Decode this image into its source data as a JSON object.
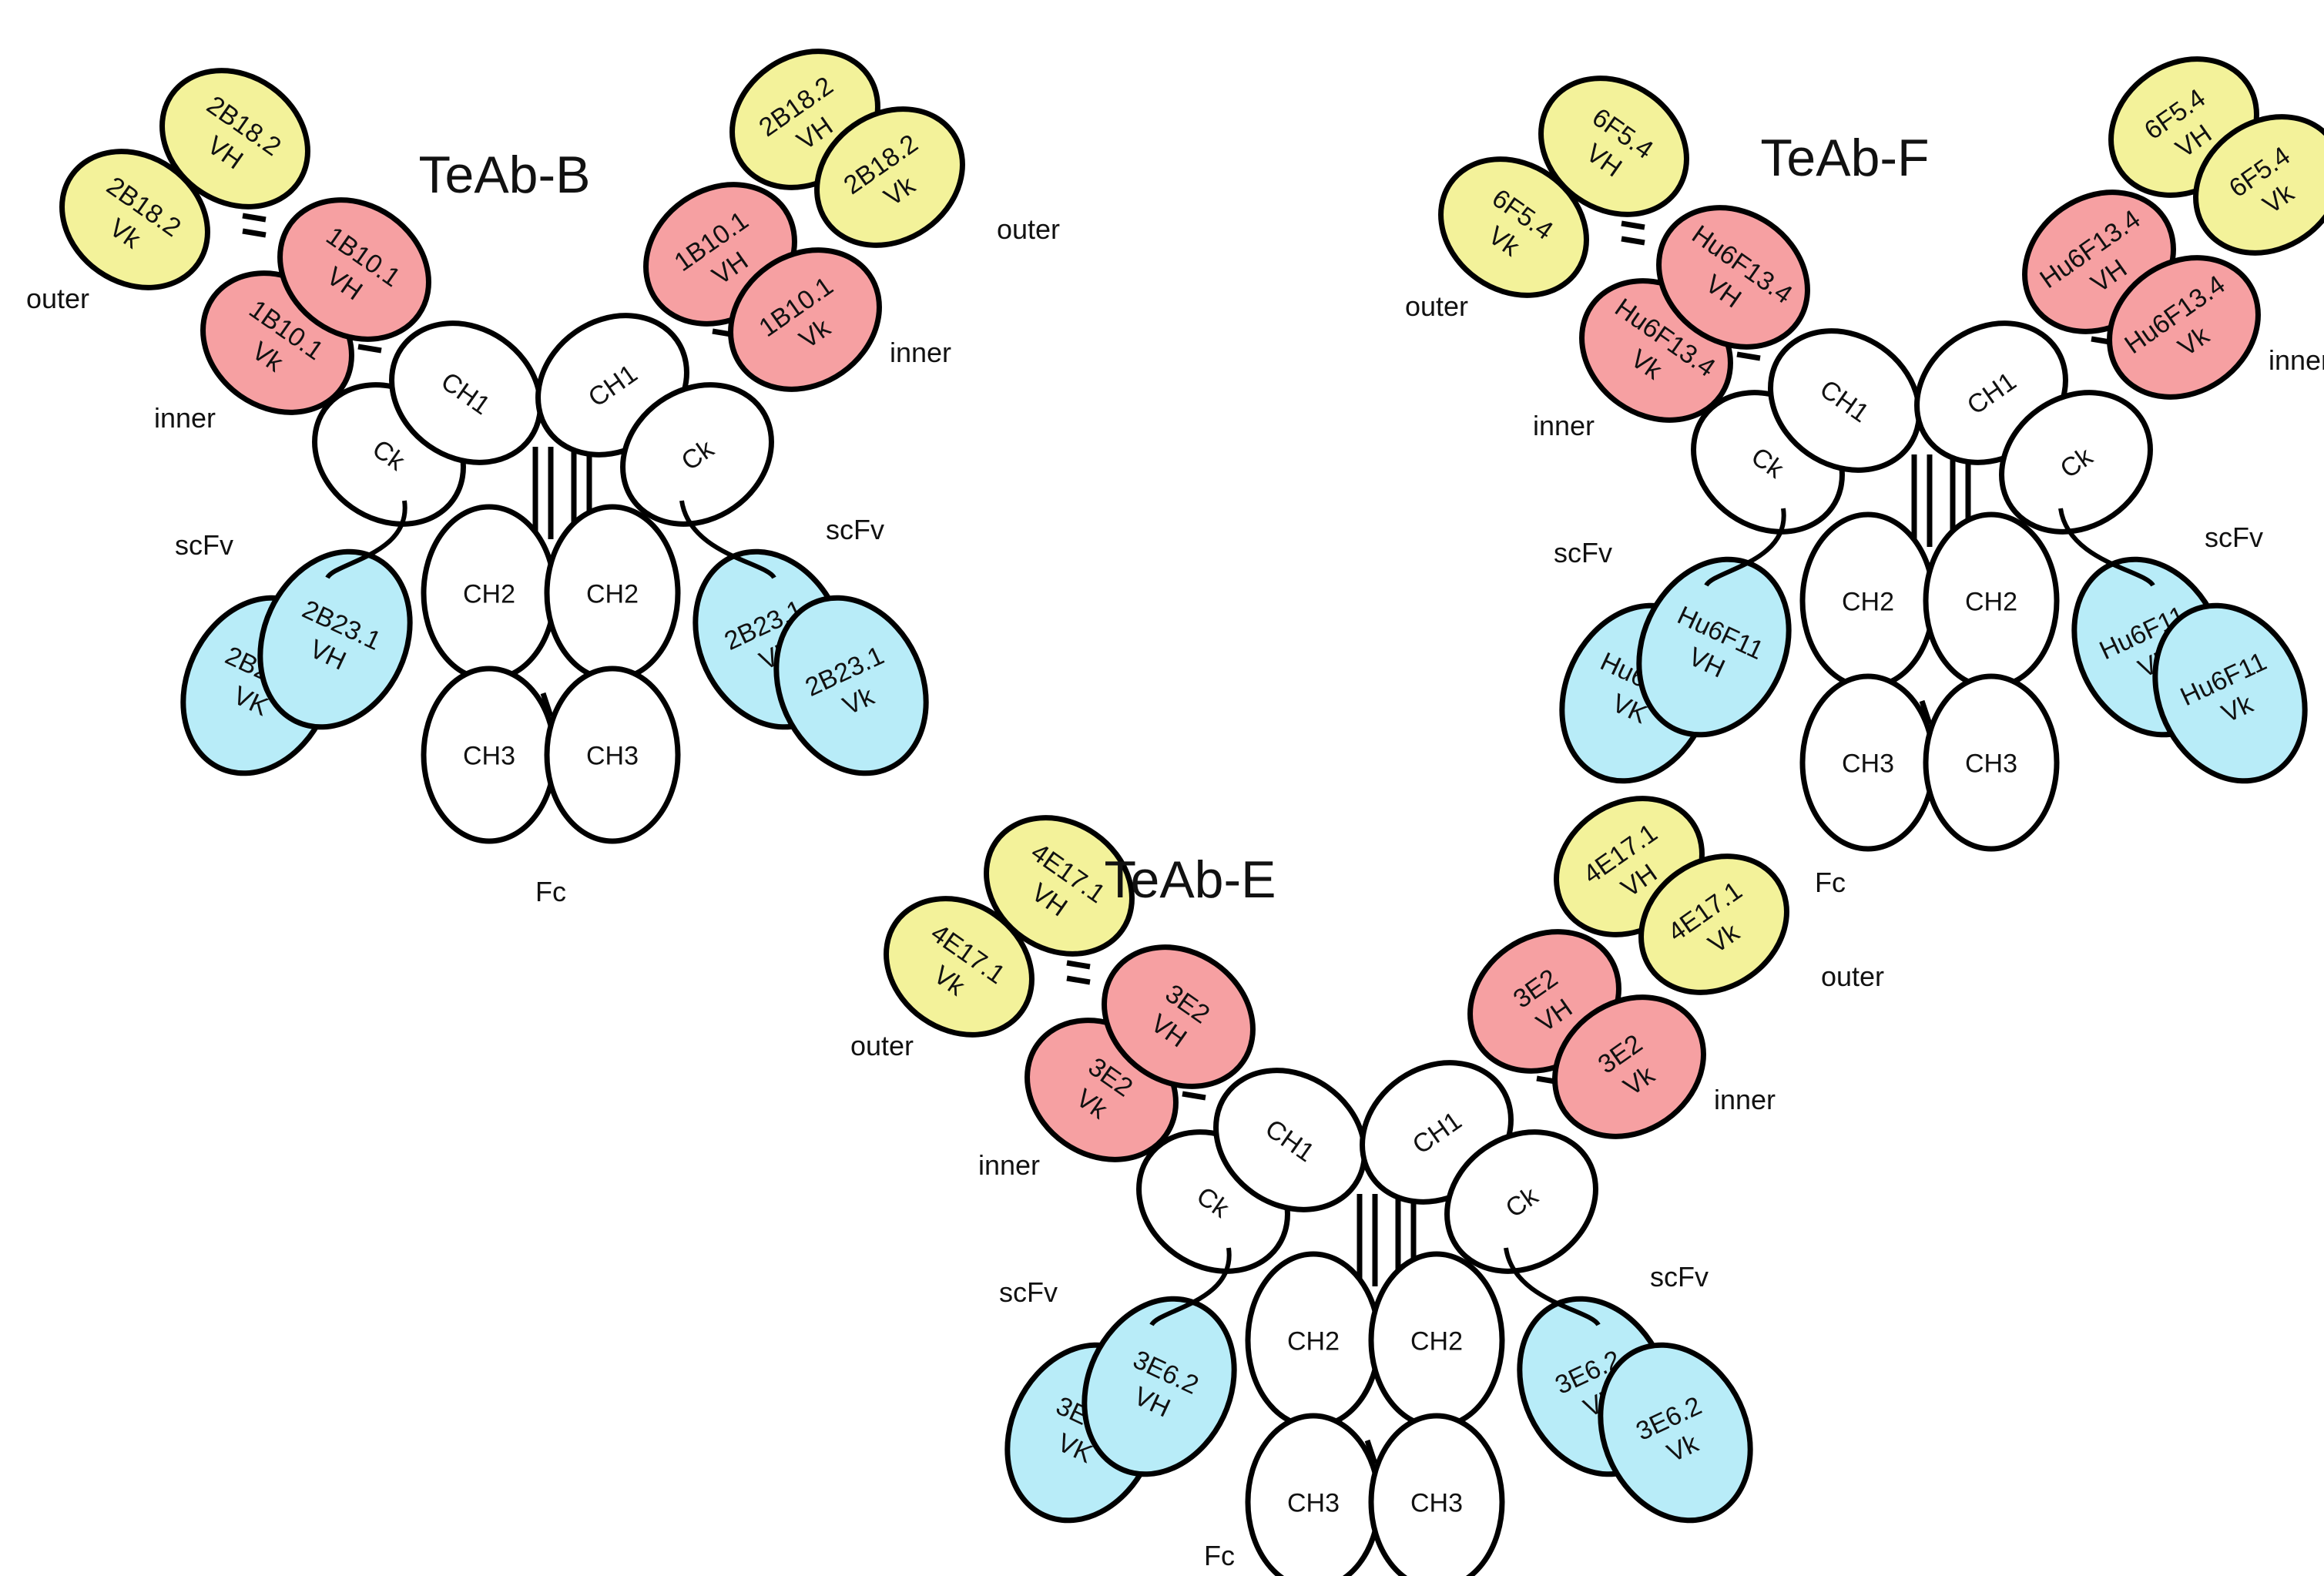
{
  "colors": {
    "outer": "#f3f29a",
    "inner": "#f6a0a2",
    "scfv": "#b8ecf8",
    "constant": "#ffffff",
    "stroke": "#000000"
  },
  "common": {
    "label_outer": "outer",
    "label_inner": "inner",
    "label_scfv": "scFv",
    "label_fc": "Fc",
    "ch1": "CH1",
    "ck": "Ck",
    "ch2": "CH2",
    "ch3": "CH3"
  },
  "antibodies": [
    {
      "title": "TeAb-B",
      "left_outer_vh": [
        "2B18.2",
        "VH"
      ],
      "left_outer_vk": [
        "2B18.2",
        "Vk"
      ],
      "left_inner_vh": [
        "1B10.1",
        "VH"
      ],
      "left_inner_vk": [
        "1B10.1",
        "Vk"
      ],
      "left_scfv_vh": [
        "2B23.1",
        "VH"
      ],
      "left_scfv_vk": [
        "2B23.1",
        "VK"
      ],
      "right_outer_vh": [
        "2B18.2",
        "VH"
      ],
      "right_outer_vk": [
        "2B18.2",
        "Vk"
      ],
      "right_inner_vh": [
        "1B10.1",
        "VH"
      ],
      "right_inner_vk": [
        "1B10.1",
        "Vk"
      ],
      "right_scfv_vh": [
        "2B23.1",
        "VH"
      ],
      "right_scfv_vk": [
        "2B23.1",
        "Vk"
      ]
    },
    {
      "title": "TeAb-F",
      "left_outer_vh": [
        "6F5.4",
        "VH"
      ],
      "left_outer_vk": [
        "6F5.4",
        "Vk"
      ],
      "left_inner_vh": [
        "Hu6F13.4",
        "VH"
      ],
      "left_inner_vk": [
        "Hu6F13.4",
        "Vk"
      ],
      "left_scfv_vh": [
        "Hu6F11",
        "VH"
      ],
      "left_scfv_vk": [
        "Hu6F11",
        "VK"
      ],
      "right_outer_vh": [
        "6F5.4",
        "VH"
      ],
      "right_outer_vk": [
        "6F5.4",
        "Vk"
      ],
      "right_inner_vh": [
        "Hu6F13.4",
        "VH"
      ],
      "right_inner_vk": [
        "Hu6F13.4",
        "Vk"
      ],
      "right_scfv_vh": [
        "Hu6F11",
        "VH"
      ],
      "right_scfv_vk": [
        "Hu6F11",
        "Vk"
      ]
    },
    {
      "title": "TeAb-E",
      "left_outer_vh": [
        "4E17.1",
        "VH"
      ],
      "left_outer_vk": [
        "4E17.1",
        "Vk"
      ],
      "left_inner_vh": [
        "3E2",
        "VH"
      ],
      "left_inner_vk": [
        "3E2",
        "Vk"
      ],
      "left_scfv_vh": [
        "3E6.2",
        "VH"
      ],
      "left_scfv_vk": [
        "3E6.2",
        "VK"
      ],
      "right_outer_vh": [
        "4E17.1",
        "VH"
      ],
      "right_outer_vk": [
        "4E17.1",
        "Vk"
      ],
      "right_inner_vh": [
        "3E2",
        "VH"
      ],
      "right_inner_vk": [
        "3E2",
        "Vk"
      ],
      "right_scfv_vh": [
        "3E6.2",
        "VH"
      ],
      "right_scfv_vk": [
        "3E6.2",
        "Vk"
      ]
    }
  ]
}
